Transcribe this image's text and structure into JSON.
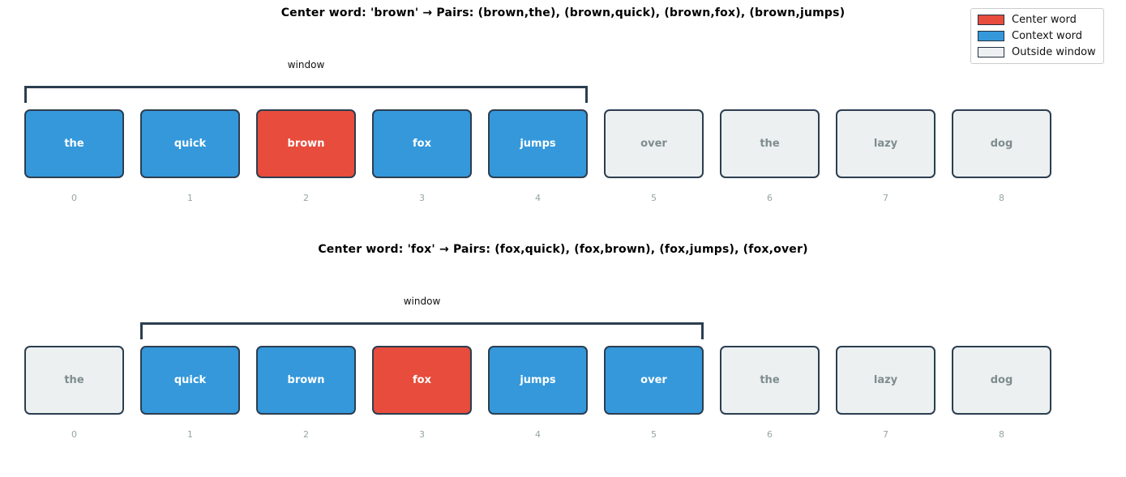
{
  "legend": {
    "items": [
      {
        "name": "center-word",
        "label": "Center word",
        "color": "#e74c3c"
      },
      {
        "name": "context-word",
        "label": "Context word",
        "color": "#3498db"
      },
      {
        "name": "outside-window",
        "label": "Outside window",
        "color": "#ecf0f1"
      }
    ]
  },
  "colors": {
    "center": "#e74c3c",
    "context": "#3498db",
    "outside": "#ecf0f1",
    "box_border": "#2c3e50",
    "outside_text": "#7f8c8d",
    "index_text": "#95a5a6",
    "bracket": "#2c3e50"
  },
  "rows": [
    {
      "title": "Center word: 'brown' → Pairs: (brown,the), (brown,quick), (brown,fox), (brown,jumps)",
      "window_label": "window",
      "window_start": 0,
      "window_end": 4,
      "words": [
        {
          "text": "the",
          "index": "0",
          "role": "context"
        },
        {
          "text": "quick",
          "index": "1",
          "role": "context"
        },
        {
          "text": "brown",
          "index": "2",
          "role": "center"
        },
        {
          "text": "fox",
          "index": "3",
          "role": "context"
        },
        {
          "text": "jumps",
          "index": "4",
          "role": "context"
        },
        {
          "text": "over",
          "index": "5",
          "role": "outside"
        },
        {
          "text": "the",
          "index": "6",
          "role": "outside"
        },
        {
          "text": "lazy",
          "index": "7",
          "role": "outside"
        },
        {
          "text": "dog",
          "index": "8",
          "role": "outside"
        }
      ]
    },
    {
      "title": "Center word: 'fox' → Pairs: (fox,quick), (fox,brown), (fox,jumps), (fox,over)",
      "window_label": "window",
      "window_start": 1,
      "window_end": 5,
      "words": [
        {
          "text": "the",
          "index": "0",
          "role": "outside"
        },
        {
          "text": "quick",
          "index": "1",
          "role": "context"
        },
        {
          "text": "brown",
          "index": "2",
          "role": "context"
        },
        {
          "text": "fox",
          "index": "3",
          "role": "center"
        },
        {
          "text": "jumps",
          "index": "4",
          "role": "context"
        },
        {
          "text": "over",
          "index": "5",
          "role": "context"
        },
        {
          "text": "the",
          "index": "6",
          "role": "outside"
        },
        {
          "text": "lazy",
          "index": "7",
          "role": "outside"
        },
        {
          "text": "dog",
          "index": "8",
          "role": "outside"
        }
      ]
    }
  ]
}
